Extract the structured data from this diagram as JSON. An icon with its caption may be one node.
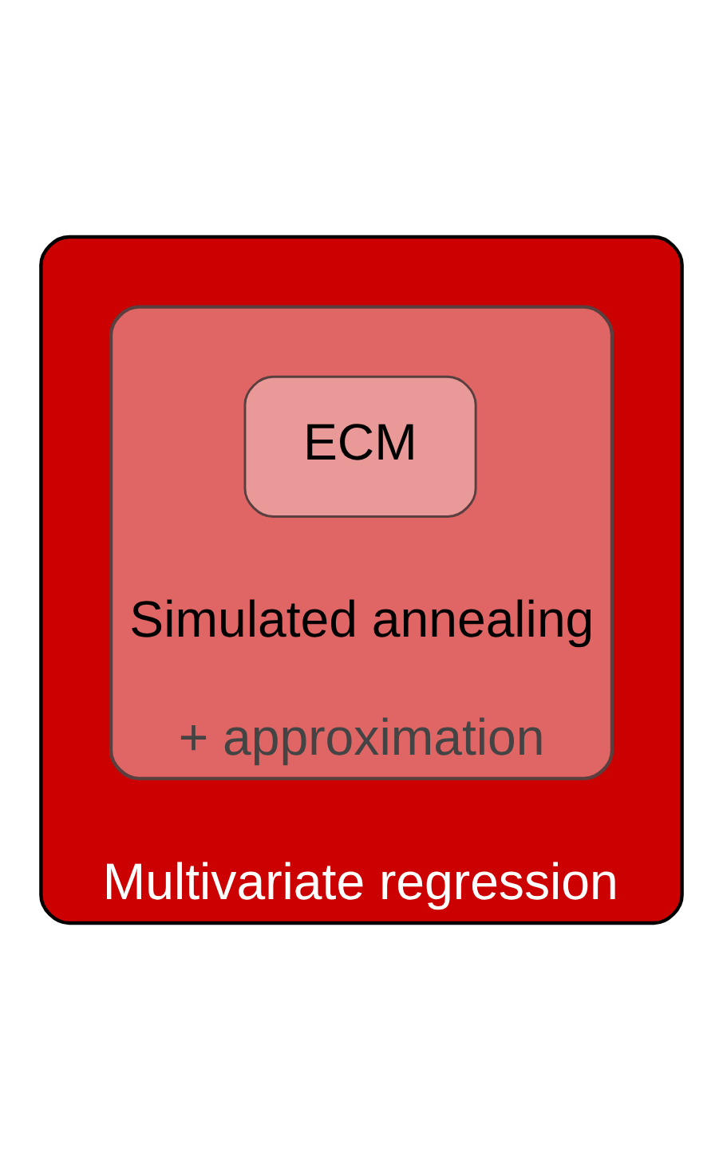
{
  "diagram": {
    "nodes": [
      {
        "text": [
          "Multivariate regression"
        ]
      },
      {
        "text": [
          "Simulated annealing",
          "+ approximation"
        ],
        "in": 0
      },
      {
        "text": [
          "ECM"
        ],
        "in": 1
      }
    ]
  }
}
